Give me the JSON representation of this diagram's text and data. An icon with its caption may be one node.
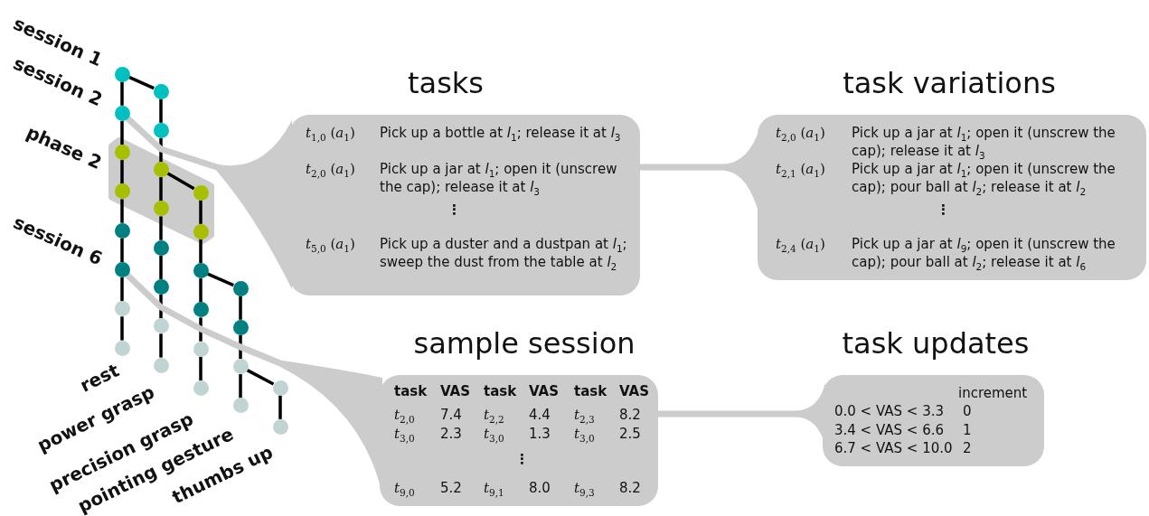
{
  "diagram": {
    "nodes": [
      {
        "text": [],
        "shape": "circle"
      },
      {
        "text": [],
        "shape": "circle"
      },
      {
        "text": [],
        "shape": "circle"
      },
      {
        "text": [],
        "shape": "circle"
      },
      {
        "text": [],
        "shape": "circle"
      },
      {
        "text": [],
        "shape": "circle"
      },
      {
        "text": [],
        "shape": "circle"
      },
      {
        "text": [],
        "shape": "circle"
      },
      {
        "text": [],
        "shape": "circle"
      },
      {
        "text": [],
        "shape": "circle"
      },
      {
        "text": [],
        "shape": "circle"
      },
      {
        "text": [],
        "shape": "circle"
      },
      {
        "text": [],
        "shape": "circle"
      },
      {
        "text": [],
        "shape": "circle"
      },
      {
        "text": [],
        "shape": "circle"
      },
      {
        "text": [],
        "shape": "circle"
      },
      {
        "text": [],
        "shape": "circle"
      },
      {
        "text": [],
        "shape": "circle"
      },
      {
        "text": [],
        "shape": "circle"
      },
      {
        "text": [],
        "shape": "circle"
      },
      {
        "text": [],
        "shape": "circle"
      },
      {
        "text": [],
        "shape": "circle"
      },
      {
        "text": [],
        "shape": "circle"
      },
      {
        "text": [],
        "shape": "circle"
      },
      {
        "text": [],
        "shape": "circle"
      },
      {
        "text": [],
        "shape": "circle"
      },
      {
        "text": [],
        "shape": "circle"
      },
      {
        "text": [],
        "shape": "circle"
      },
      {
        "text": [
          "tasks",
          "*t*$_{1,0}$ (*a*$_{1}$)",
          "Pick up a bottle at *l*$_{1}$; release it at *l*$_{3}$",
          "*t*$_{2,0}$ (*a*$_{1}$)",
          "Pick up a jar at *l*$_{1}$; open it (unscrew the cap); release it at *l*$_{3}$",
          "⋮",
          "*t*$_{5,0}$ (*a*$_{1}$)",
          "Pick up a duster and a dustpan at *l*$_{1}$; sweep the dust from the table at *l*$_{2}$"
        ]
      },
      {
        "text": [
          "task variations",
          "*t*$_{2,0}$ (*a*$_{1}$)",
          "Pick up a jar at *l*$_{1}$; open it (unscrew the cap); release it at *l*$_{3}$",
          "*t*$_{2,1}$ (*a*$_{1}$)",
          "Pick up a jar at *l*$_{1}$; open it (unscrew the cap); pour ball at *l*$_{2}$; release it at *l*$_{2}$",
          "⋮",
          "*t*$_{2,4}$ (*a*$_{1}$)",
          "Pick up a jar at *l*$_{9}$; open it (unscrew the cap); pour ball at *l*$_{2}$; release it at *l*$_{6}$"
        ]
      },
      {
        "text": [
          "sample session",
          "task",
          "VAS",
          "task",
          "VAS",
          "task",
          "VAS",
          "*t*$_{2,0}$",
          "7.4",
          "*t*$_{2,2}$",
          "4.4",
          "*t*$_{2,3}$",
          "8.2",
          "*t*$_{3,0}$",
          "2.3",
          "*t*$_{3,0}$",
          "1.3",
          "*t*$_{3,0}$",
          "2.5",
          "⋮",
          "*t*$_{9,0}$",
          "5.2",
          "*t*$_{9,1}$",
          "8.0",
          "*t*$_{9,3}$",
          "8.2"
        ]
      },
      {
        "text": [
          "task updates",
          "increment",
          "0.0 < VAS < 3.3",
          "0",
          "3.4 < VAS < 6.6",
          "1",
          "6.7 < VAS < 10.0",
          "2"
        ]
      }
    ],
    "edges": [
      {
        "from": 0,
        "to": 1,
        "arrow": "none"
      },
      {
        "from": 1,
        "to": 2,
        "arrow": "none"
      },
      {
        "from": 2,
        "to": 3,
        "arrow": "none"
      },
      {
        "from": 3,
        "to": 4,
        "arrow": "none"
      },
      {
        "from": 4,
        "to": 5,
        "arrow": "none"
      },
      {
        "from": 5,
        "to": 6,
        "arrow": "none"
      },
      {
        "from": 6,
        "to": 7,
        "arrow": "none"
      },
      {
        "from": 8,
        "to": 9,
        "arrow": "none"
      },
      {
        "from": 9,
        "to": 10,
        "arrow": "none"
      },
      {
        "from": 10,
        "to": 11,
        "arrow": "none"
      },
      {
        "from": 11,
        "to": 12,
        "arrow": "none"
      },
      {
        "from": 12,
        "to": 13,
        "arrow": "none"
      },
      {
        "from": 13,
        "to": 14,
        "arrow": "none"
      },
      {
        "from": 14,
        "to": 15,
        "arrow": "none"
      },
      {
        "from": 16,
        "to": 17,
        "arrow": "none"
      },
      {
        "from": 17,
        "to": 18,
        "arrow": "none"
      },
      {
        "from": 18,
        "to": 19,
        "arrow": "none"
      },
      {
        "from": 19,
        "to": 20,
        "arrow": "none"
      },
      {
        "from": 20,
        "to": 21,
        "arrow": "none"
      },
      {
        "from": 22,
        "to": 23,
        "arrow": "none"
      },
      {
        "from": 23,
        "to": 24,
        "arrow": "none"
      },
      {
        "from": 24,
        "to": 25,
        "arrow": "none"
      },
      {
        "from": 26,
        "to": 27,
        "arrow": "none"
      },
      {
        "from": 0,
        "to": 8,
        "arrow": "none"
      },
      {
        "from": 10,
        "to": 16,
        "arrow": "none"
      },
      {
        "from": 18,
        "to": 22,
        "arrow": "none"
      },
      {
        "from": 24,
        "to": 26,
        "arrow": "none"
      },
      {
        "from": 1,
        "to": 28,
        "arrow": "none",
        "style": "thick",
        "color": "#cccccc"
      },
      {
        "from": 5,
        "to": 30,
        "arrow": "none",
        "style": "thick",
        "color": "#cccccc"
      },
      {
        "from": 28,
        "to": 29,
        "arrow": "none",
        "style": "thick",
        "color": "#cccccc"
      },
      {
        "from": 30,
        "to": 31,
        "arrow": "none",
        "style": "thick",
        "color": "#cccccc"
      }
    ],
    "labels": [
      "session 1",
      "session 2",
      "phase 2",
      "session 6",
      "rest",
      "power grasp",
      "precision grasp",
      "pointing gesture",
      "thumbs up"
    ]
  }
}
